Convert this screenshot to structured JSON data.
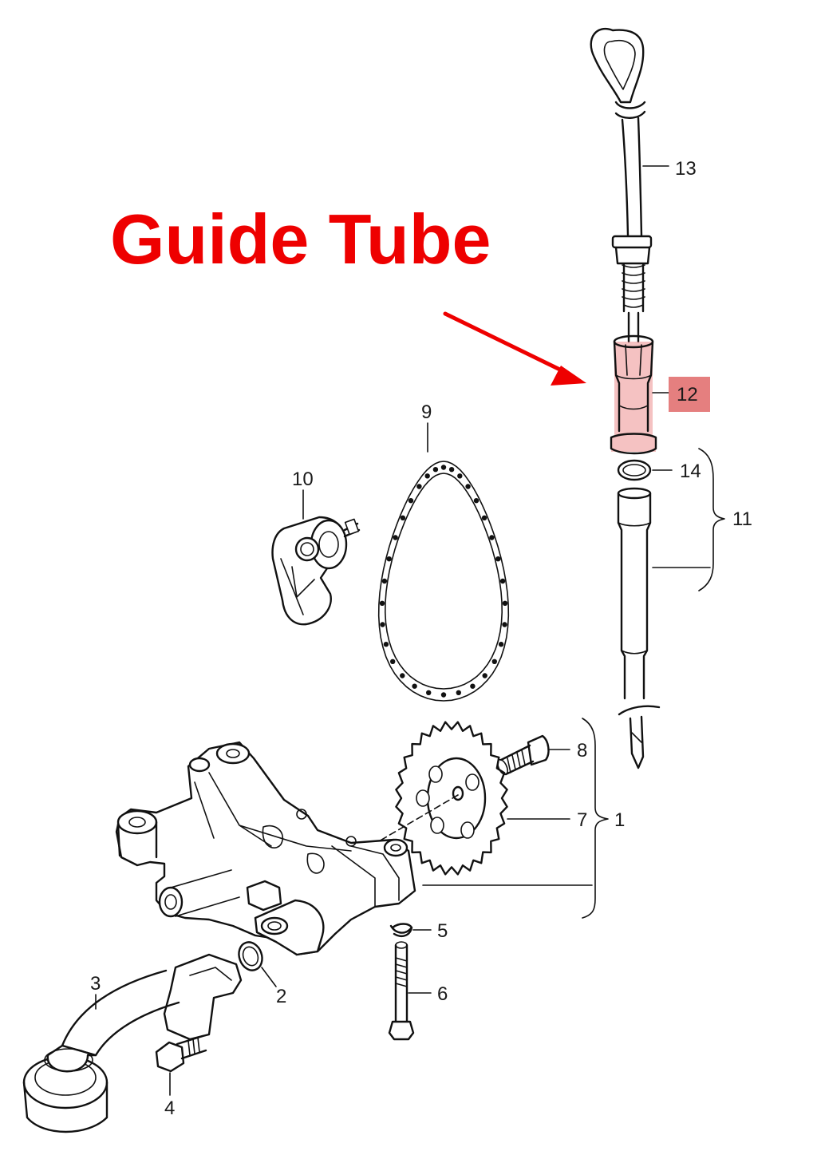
{
  "headline": "Guide Tube",
  "colors": {
    "headline": "#ee0000",
    "arrow": "#ee0000",
    "highlight": "#e87878",
    "highlight_label_bg": "#e06868",
    "ink": "#111111"
  },
  "callouts": {
    "c1": "1",
    "c2": "2",
    "c3": "3",
    "c4": "4",
    "c5": "5",
    "c6": "6",
    "c7": "7",
    "c8": "8",
    "c9": "9",
    "c10": "10",
    "c11": "11",
    "c12": "12",
    "c13": "13",
    "c14": "14"
  }
}
